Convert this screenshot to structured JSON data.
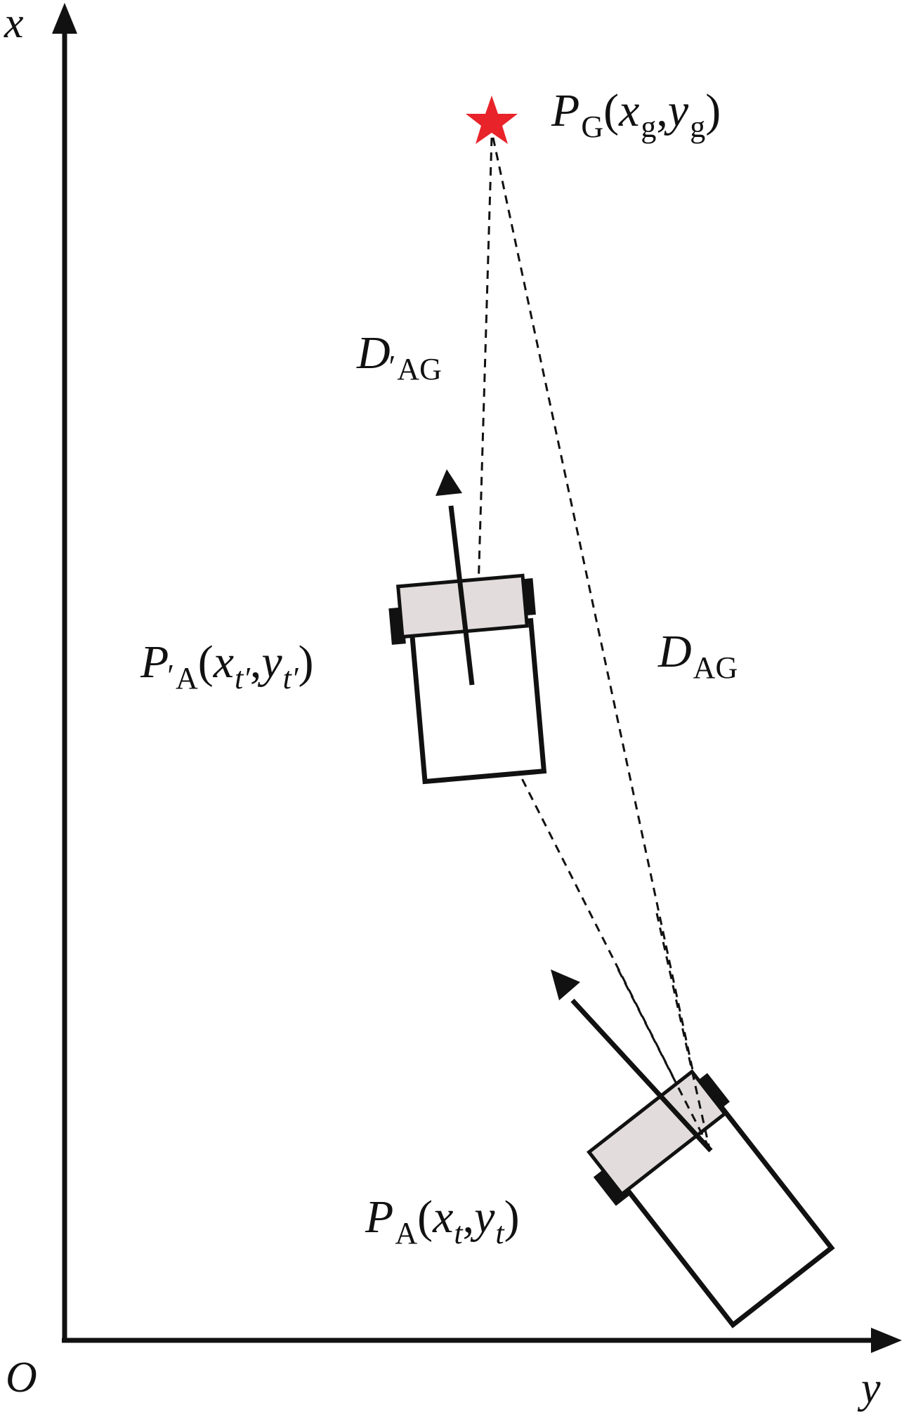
{
  "axes": {
    "x_label": "x",
    "y_label": "y",
    "origin_label": "O"
  },
  "labels": {
    "goal": {
      "sym": "P",
      "sub": "G",
      "paren_open": "(",
      "x": "x",
      "x_sub": "g",
      "comma": ",",
      "y": "y",
      "y_sub": "g",
      "paren_close": ")"
    },
    "d_prime": {
      "sym": "D",
      "prime": "′",
      "sub": "AG"
    },
    "d": {
      "sym": "D",
      "sub": "AG"
    },
    "agent_prime": {
      "sym": "P",
      "prime": "′",
      "sub": "A",
      "paren_open": "(",
      "x": "x",
      "x_sub": "t′",
      "comma": ",",
      "y": "y",
      "y_sub": "t′",
      "paren_close": ")"
    },
    "agent": {
      "sym": "P",
      "sub": "A",
      "paren_open": "(",
      "x": "x",
      "x_sub": "t",
      "comma": ",",
      "y": "y",
      "y_sub": "t",
      "paren_close": ")"
    }
  },
  "colors": {
    "goal_star": "#e8232a",
    "vehicle_bumper": "#e2dcdc",
    "line": "#111111"
  },
  "icons": {
    "goal": "star-icon"
  }
}
